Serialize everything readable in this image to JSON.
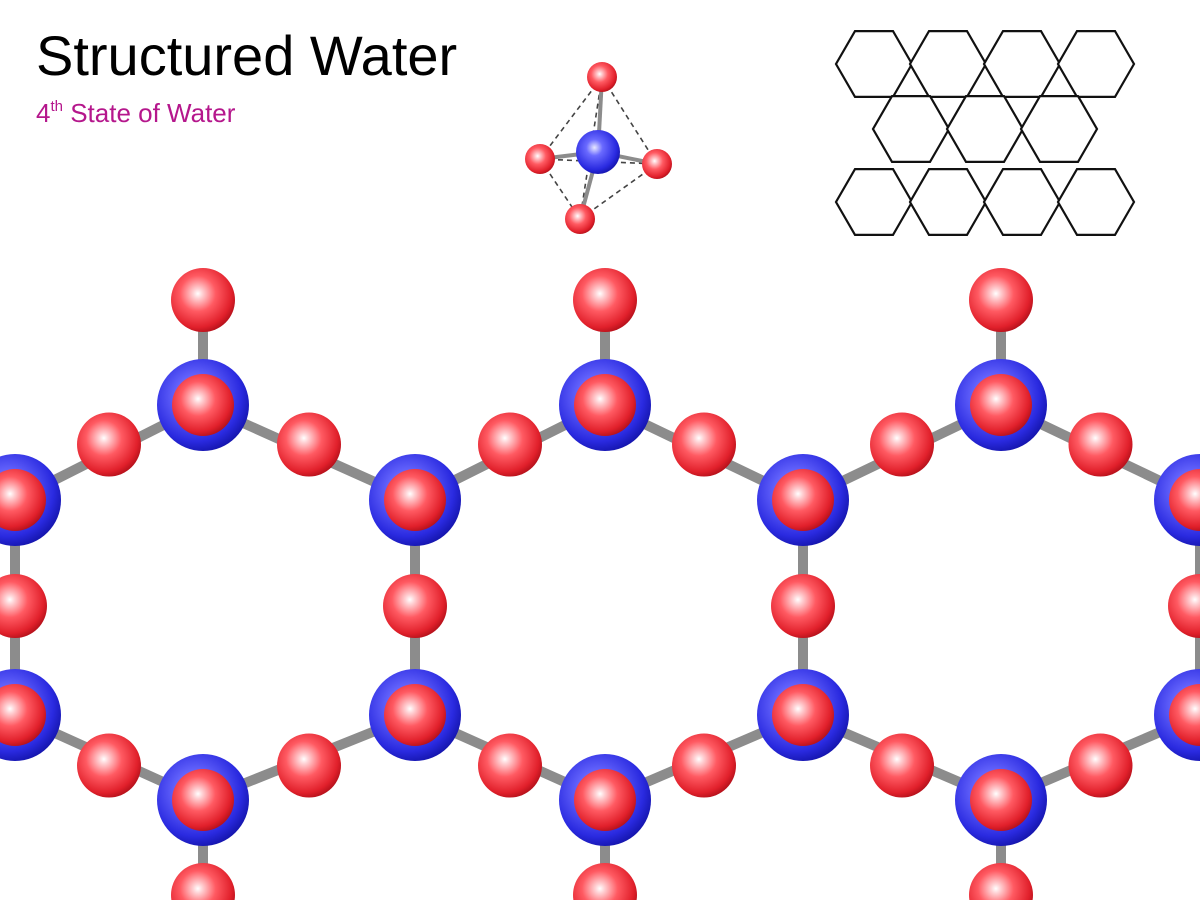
{
  "title": "Structured Water",
  "subtitle": {
    "prefix": "4",
    "superscript": "th",
    "text": " State of Water",
    "color": "#B5178C"
  },
  "colors": {
    "oxygen_atom": "#E8303A",
    "hydrogen_bond_ring": "#2A2AE0",
    "bond": "#8C8C8C",
    "outline": "#111111"
  },
  "icons": [
    "tetrahedral-molecule-icon",
    "hexagon-grid-icon",
    "hexagonal-lattice"
  ]
}
